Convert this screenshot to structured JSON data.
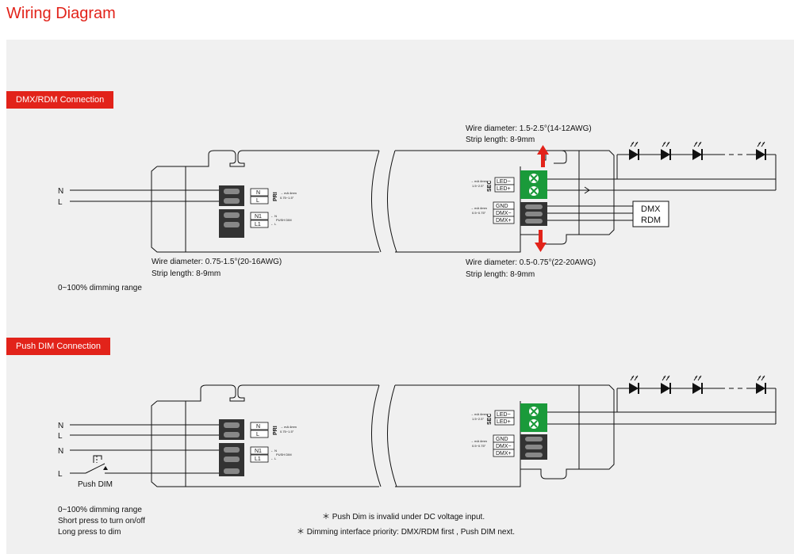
{
  "title": "Wiring Diagram",
  "sections": {
    "dmx": {
      "label": "DMX/RDM Connection",
      "input_labels": [
        "N",
        "L"
      ],
      "pri": {
        "terminal_1": "N",
        "terminal_2": "L",
        "tag": "PRI",
        "note": [
          "→ mA 4mm",
          "0.75~1.5°"
        ]
      },
      "push_terminal": {
        "terminal_1": "N1",
        "terminal_2": "L1",
        "note": [
          "← N",
          "PUSH DIM",
          "← L"
        ]
      },
      "sec": {
        "tag": "SEC",
        "led_minus": "LED−",
        "led_plus": "LED+",
        "note": [
          "→ mA 4mm",
          "1.5~2.5°"
        ]
      },
      "signal": {
        "gnd": "GND",
        "dmx_minus": "DMX−",
        "dmx_plus": "DMX+",
        "note": [
          "→ mA 4mm",
          "0.5~0.75°"
        ]
      },
      "dmx_box": {
        "line1": "DMX",
        "line2": "RDM"
      },
      "wire_top": {
        "line1": "Wire diameter: 1.5-2.5°(14-12AWG)",
        "line2": "Strip length: 8-9mm"
      },
      "wire_left": {
        "line1": "Wire diameter: 0.75-1.5°(20-16AWG)",
        "line2": "Strip length: 8-9mm"
      },
      "wire_bottom": {
        "line1": "Wire diameter: 0.5-0.75°(22-20AWG)",
        "line2": "Strip length: 8-9mm"
      },
      "dimming_range": "0~100% dimming range"
    },
    "push": {
      "label": "Push DIM Connection",
      "input_labels": [
        "N",
        "L",
        "N",
        "L"
      ],
      "switch_label": "Push DIM",
      "pri": {
        "terminal_1": "N",
        "terminal_2": "L",
        "tag": "PRI",
        "note": [
          "→ mA 4mm",
          "0.75~1.5°"
        ]
      },
      "push_terminal": {
        "terminal_1": "N1",
        "terminal_2": "L1",
        "note": [
          "← N",
          "PUSH DIM",
          "← L"
        ]
      },
      "sec": {
        "tag": "SEC",
        "led_minus": "LED−",
        "led_plus": "LED+",
        "note": [
          "→ mA 4mm",
          "1.5~2.5°"
        ]
      },
      "signal": {
        "gnd": "GND",
        "dmx_minus": "DMX−",
        "dmx_plus": "DMX+",
        "note": [
          "→ mA 4mm",
          "0.5~0.75°"
        ]
      },
      "notes": [
        "0~100% dimming range",
        "Short press to turn on/off",
        "Long press to dim"
      ],
      "footnote_1": "＊ Push Dim is invalid under DC voltage input.",
      "footnote_2": "＊ Dimming interface priority: DMX/RDM first , Push DIM next."
    }
  },
  "colors": {
    "accent": "#e2231a",
    "terminal_green": "#1a9a3a",
    "panel": "#f0f0f0"
  }
}
